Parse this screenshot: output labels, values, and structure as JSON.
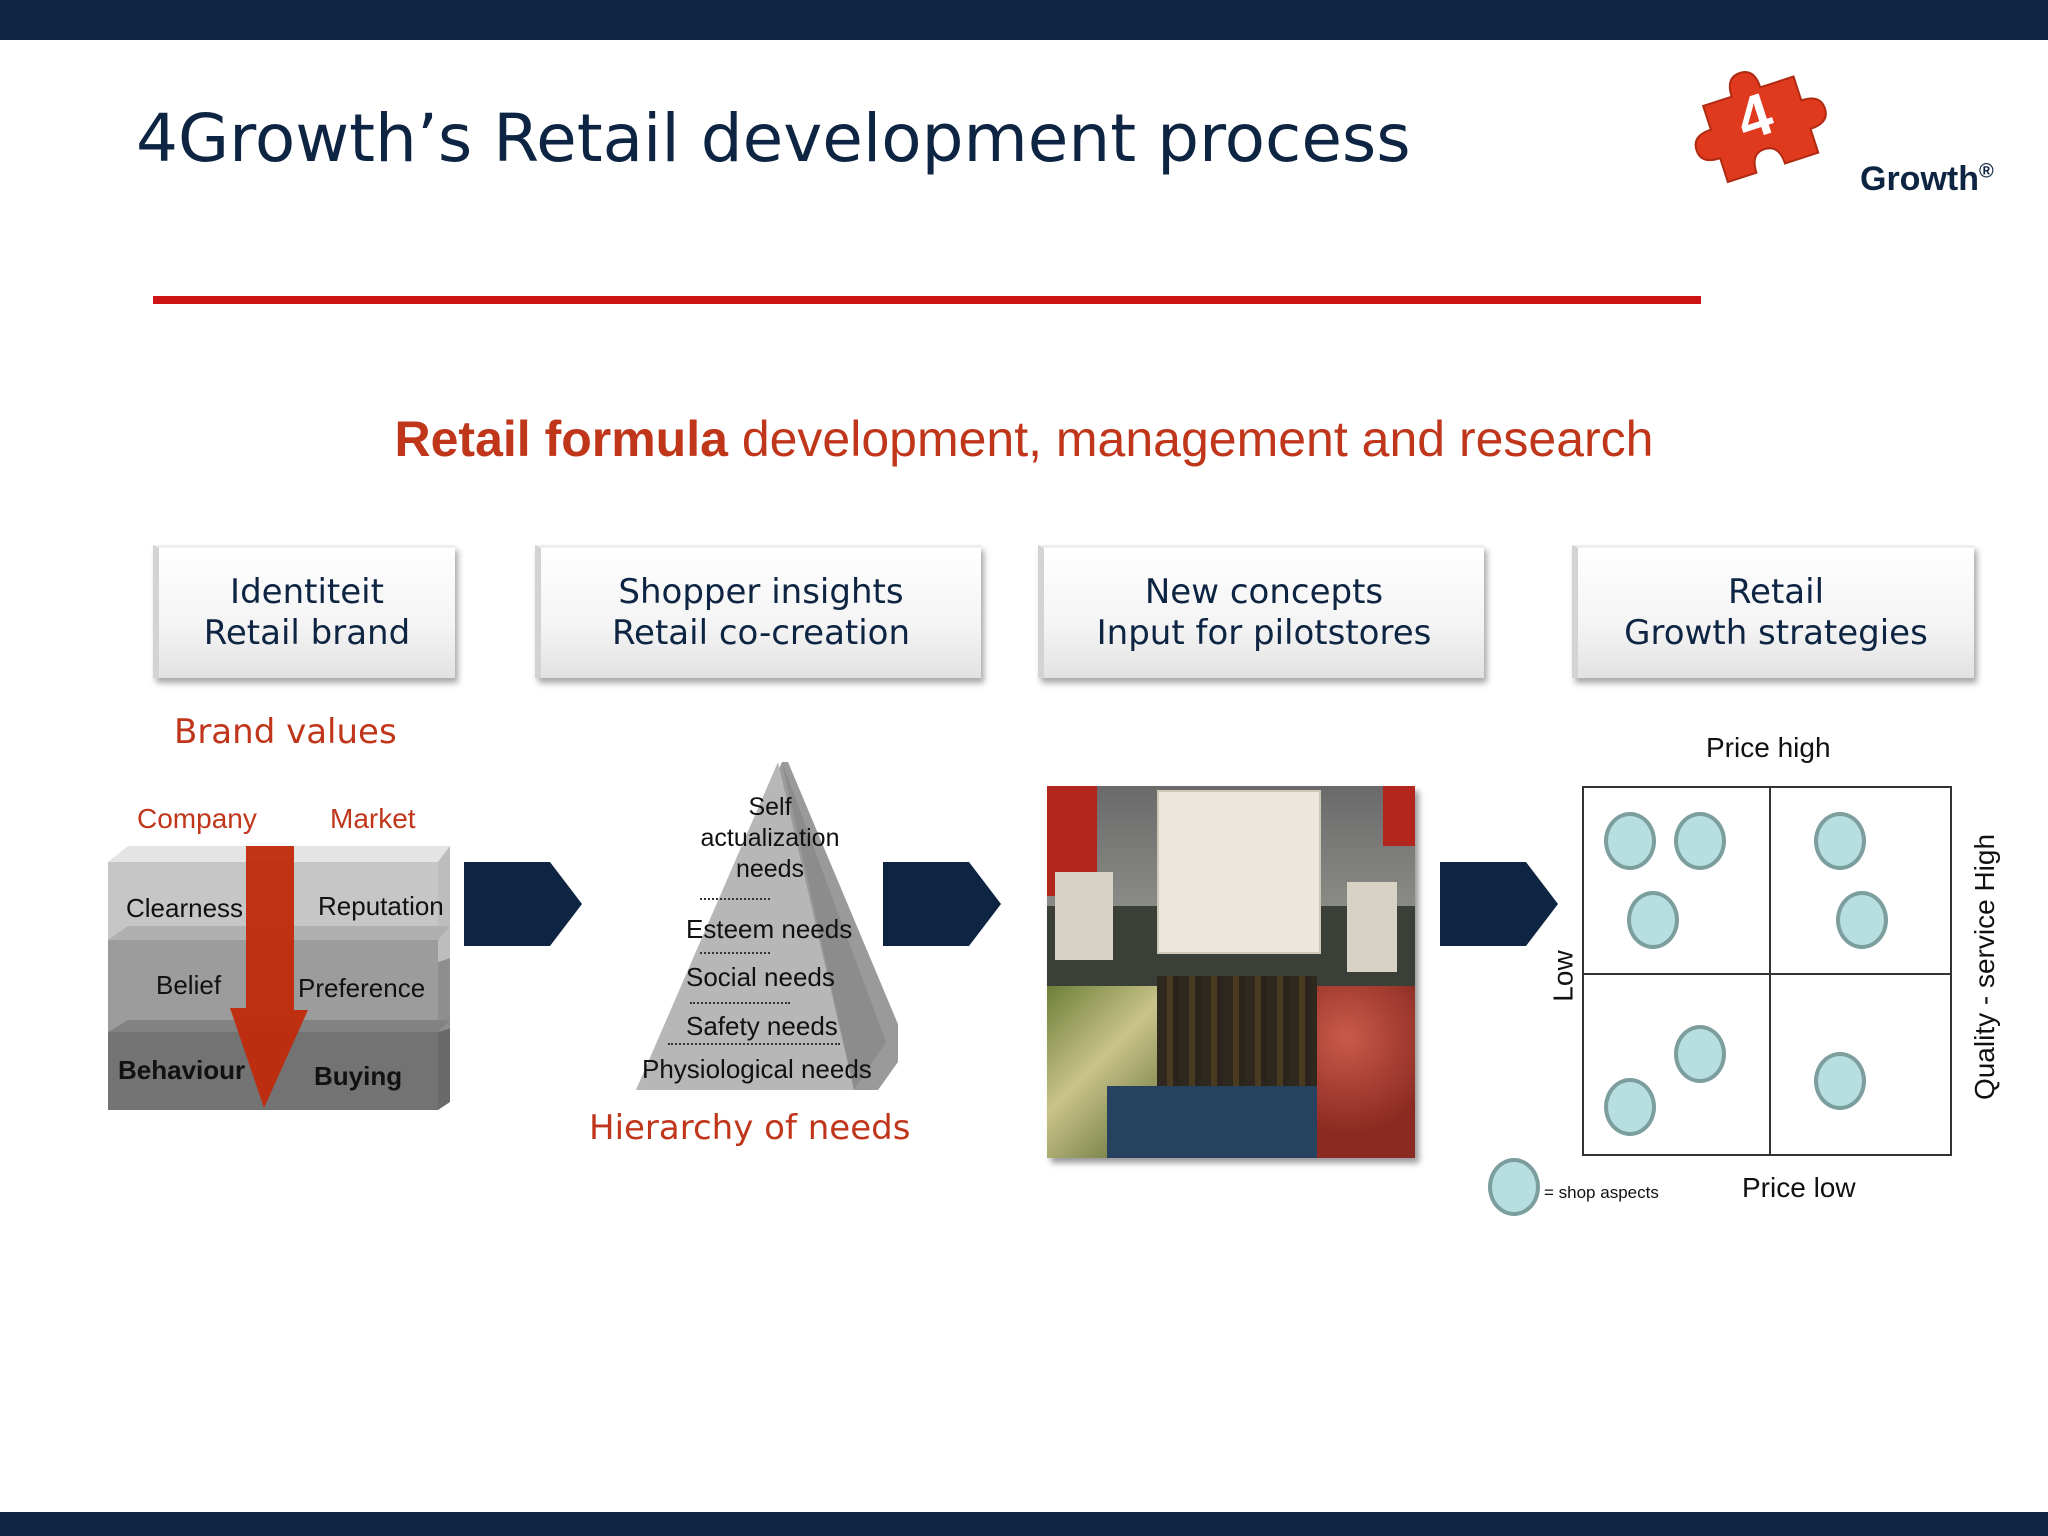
{
  "title": "4Growth’s Retail development process",
  "logo": {
    "number": "4",
    "text": "Growth",
    "registered": "®"
  },
  "subtitle": {
    "bold": "Retail formula",
    "rest": " development, management and research"
  },
  "steps": [
    {
      "line1": "Identiteit",
      "line2": "Retail brand"
    },
    {
      "line1": "Shopper insights",
      "line2": "Retail co-creation"
    },
    {
      "line1": "New concepts",
      "line2": "Input for pilotstores"
    },
    {
      "line1": "Retail",
      "line2": "Growth strategies"
    }
  ],
  "brand_values": {
    "heading": "Brand values",
    "company": "Company",
    "market": "Market",
    "rows": [
      {
        "left": "Clearness",
        "right": "Reputation"
      },
      {
        "left": "Belief",
        "right": "Preference"
      },
      {
        "left": "Behaviour",
        "right": "Buying"
      }
    ]
  },
  "hierarchy": {
    "caption": "Hierarchy of needs",
    "levels": [
      {
        "text": "Self actualization needs"
      },
      {
        "text": "Esteem needs"
      },
      {
        "text": "Social needs"
      },
      {
        "text": "Safety needs"
      },
      {
        "text": "Physiological needs"
      }
    ]
  },
  "matrix": {
    "top": "Price high",
    "bottom": "Price low",
    "left": "Low",
    "right": "Quality - service High",
    "legend": "= shop aspects"
  },
  "colors": {
    "navy": "#0d2442",
    "accent_red": "#cc1414",
    "orange": "#c0361b",
    "circle": "#b7dfe0"
  }
}
